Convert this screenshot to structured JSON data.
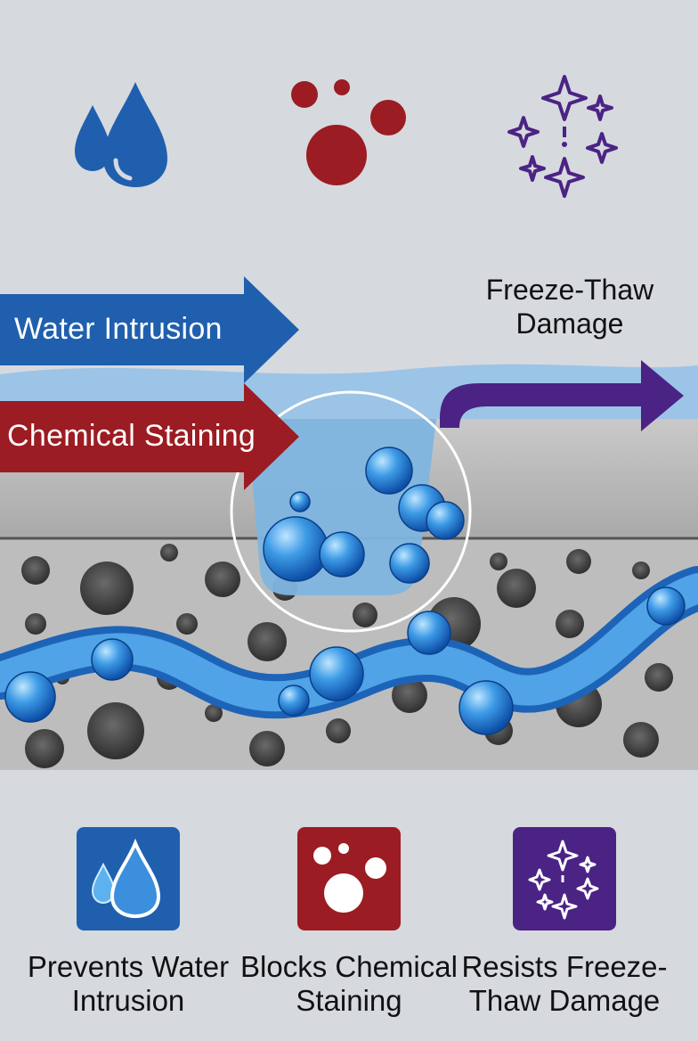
{
  "arrows": {
    "water": "Water Intrusion",
    "chemical": "Chemical Staining",
    "freeze": "Freeze-Thaw Damage"
  },
  "colors": {
    "water": "#1f5fae",
    "chemical": "#9b1c22",
    "freeze": "#4b2384",
    "background": "#d6d9de",
    "concrete": "#bcbcbc"
  },
  "top_icons": [
    "water-drops-icon",
    "chemical-drops-icon",
    "freeze-sparkles-icon"
  ],
  "benefits": [
    {
      "icon": "water-drops-icon",
      "label": "Prevents Water Intrusion"
    },
    {
      "icon": "chemical-drops-icon",
      "label": "Blocks Chemical Staining"
    },
    {
      "icon": "freeze-sparkles-icon",
      "label": "Resists Freeze-Thaw Damage"
    }
  ]
}
